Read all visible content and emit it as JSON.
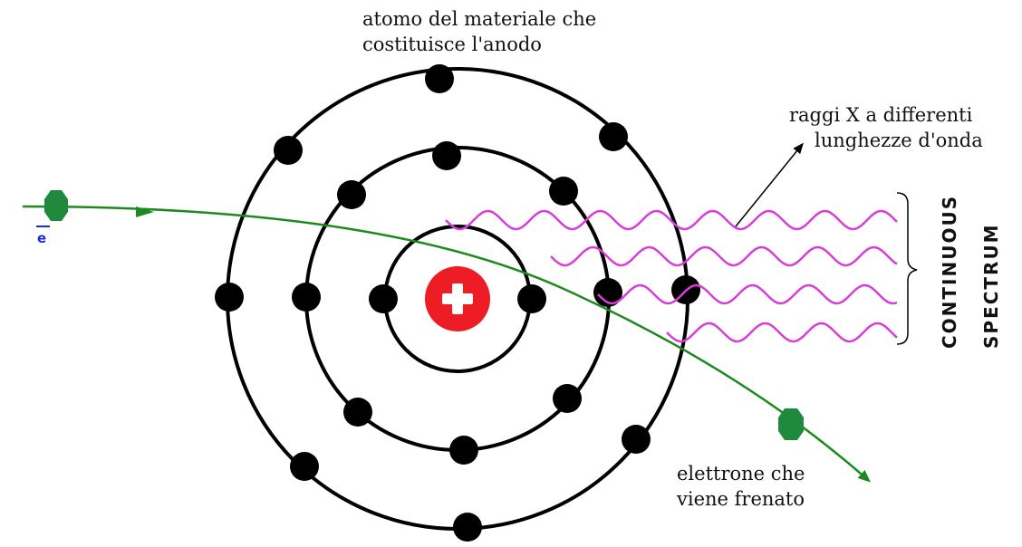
{
  "labels": {
    "atom_line1": "atomo del materiale che",
    "atom_line2": "costituisce l'anodo",
    "xray_line1": "raggi X a differenti",
    "xray_line2": "lunghezze d'onda",
    "spectrum_line1": "CONTINUOUS",
    "spectrum_line2": "SPECTRUM",
    "electron_line1": "elettrone che",
    "electron_line2": "viene frenato",
    "electron_symbol": "e"
  },
  "colors": {
    "nucleus": "#ee1c24",
    "electron_path": "#1e8a1e",
    "incoming_electron": "#1f8a3c",
    "xray_wave": "#d63fd6",
    "orbit": "#000000",
    "orbital_electron": "#000000",
    "electron_symbol": "#1a2fd6"
  },
  "icons": {
    "nucleus": "plus-sign-icon",
    "electron": "green-circle-icon"
  }
}
